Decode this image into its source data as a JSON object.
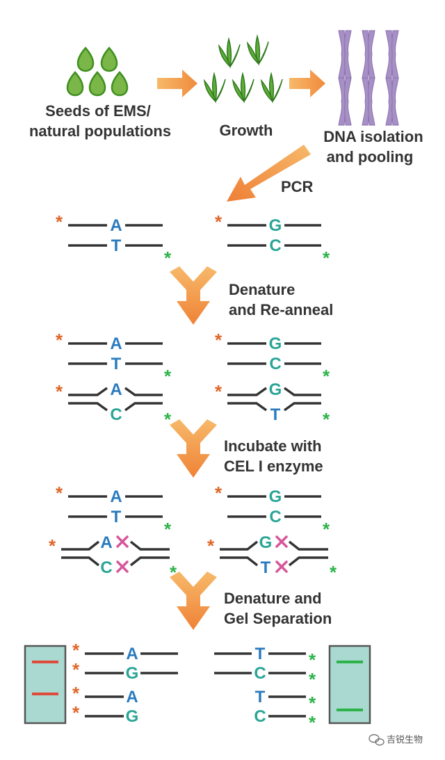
{
  "labels": {
    "seeds_line1": "Seeds of EMS/",
    "seeds_line2": "natural populations",
    "growth": "Growth",
    "dna_line1": "DNA isolation",
    "dna_line2": "and pooling",
    "pcr": "PCR",
    "step1_line1": "Denature",
    "step1_line2": "and Re-anneal",
    "step2_line1": "Incubate with",
    "step2_line2": "CEL I enzyme",
    "step3_line1": "Denature and",
    "step3_line2": "Gel Separation"
  },
  "bases": {
    "A": "A",
    "T": "T",
    "G": "G",
    "C": "C"
  },
  "marks": {
    "star": "*",
    "cut": "✕"
  },
  "watermark": "吉锐生物",
  "colors": {
    "seed": "#7ab648",
    "seed_edge": "#3f8f1f",
    "plant": "#5fae3b",
    "chromosome": "#a790c6",
    "arrow": "#f28a3a",
    "arrow_light": "#f7b96a",
    "strand": "#333333",
    "base_blue": "#2a7bbf",
    "base_teal": "#2aa596",
    "star_orange": "#e0662a",
    "star_green": "#2db34a",
    "cut_pink": "#d6569a",
    "gel_bg": "#a9d9d0",
    "gel_edge": "#555555",
    "band_red": "#e04a3a",
    "band_green": "#2db34a"
  },
  "icons": [
    "seed-icon",
    "plant-icon",
    "chromosome-icon",
    "arrow-icon",
    "y-arrow-icon",
    "gel-lane-icon",
    "wechat-icon"
  ]
}
